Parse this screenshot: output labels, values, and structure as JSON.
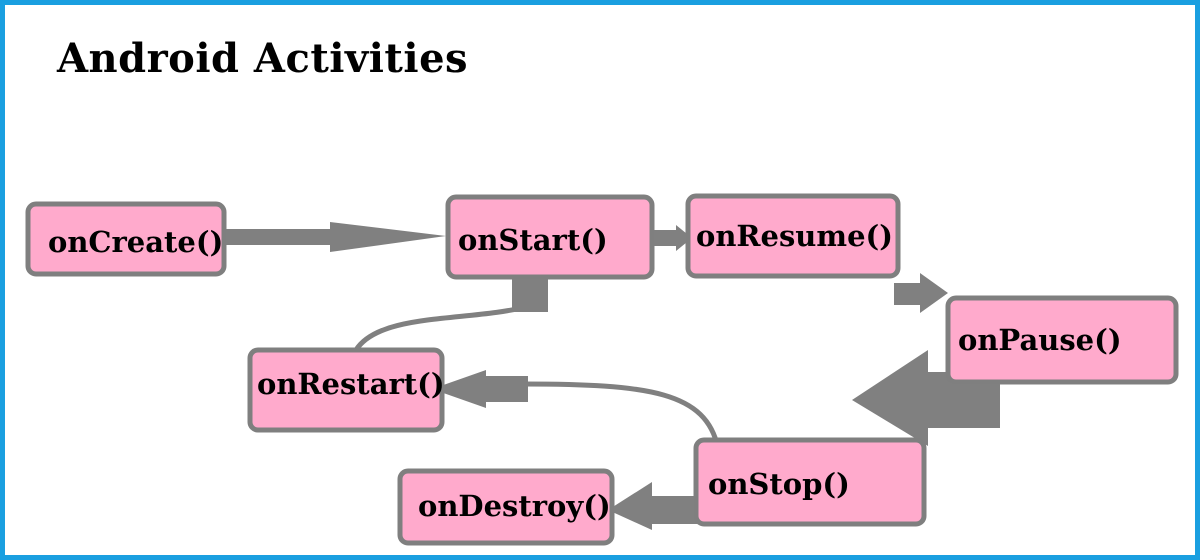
{
  "title": "Android Activities",
  "colors": {
    "frame": "#1a9fe0",
    "node_fill": "#ffaacc",
    "node_stroke": "#7f7f7f",
    "arrow": "#808080"
  },
  "nodes": {
    "onCreate": "onCreate()",
    "onStart": "onStart()",
    "onResume": "onResume()",
    "onPause": "onPause()",
    "onStop": "onStop()",
    "onRestart": "onRestart()",
    "onDestroy": "onDestroy()"
  }
}
